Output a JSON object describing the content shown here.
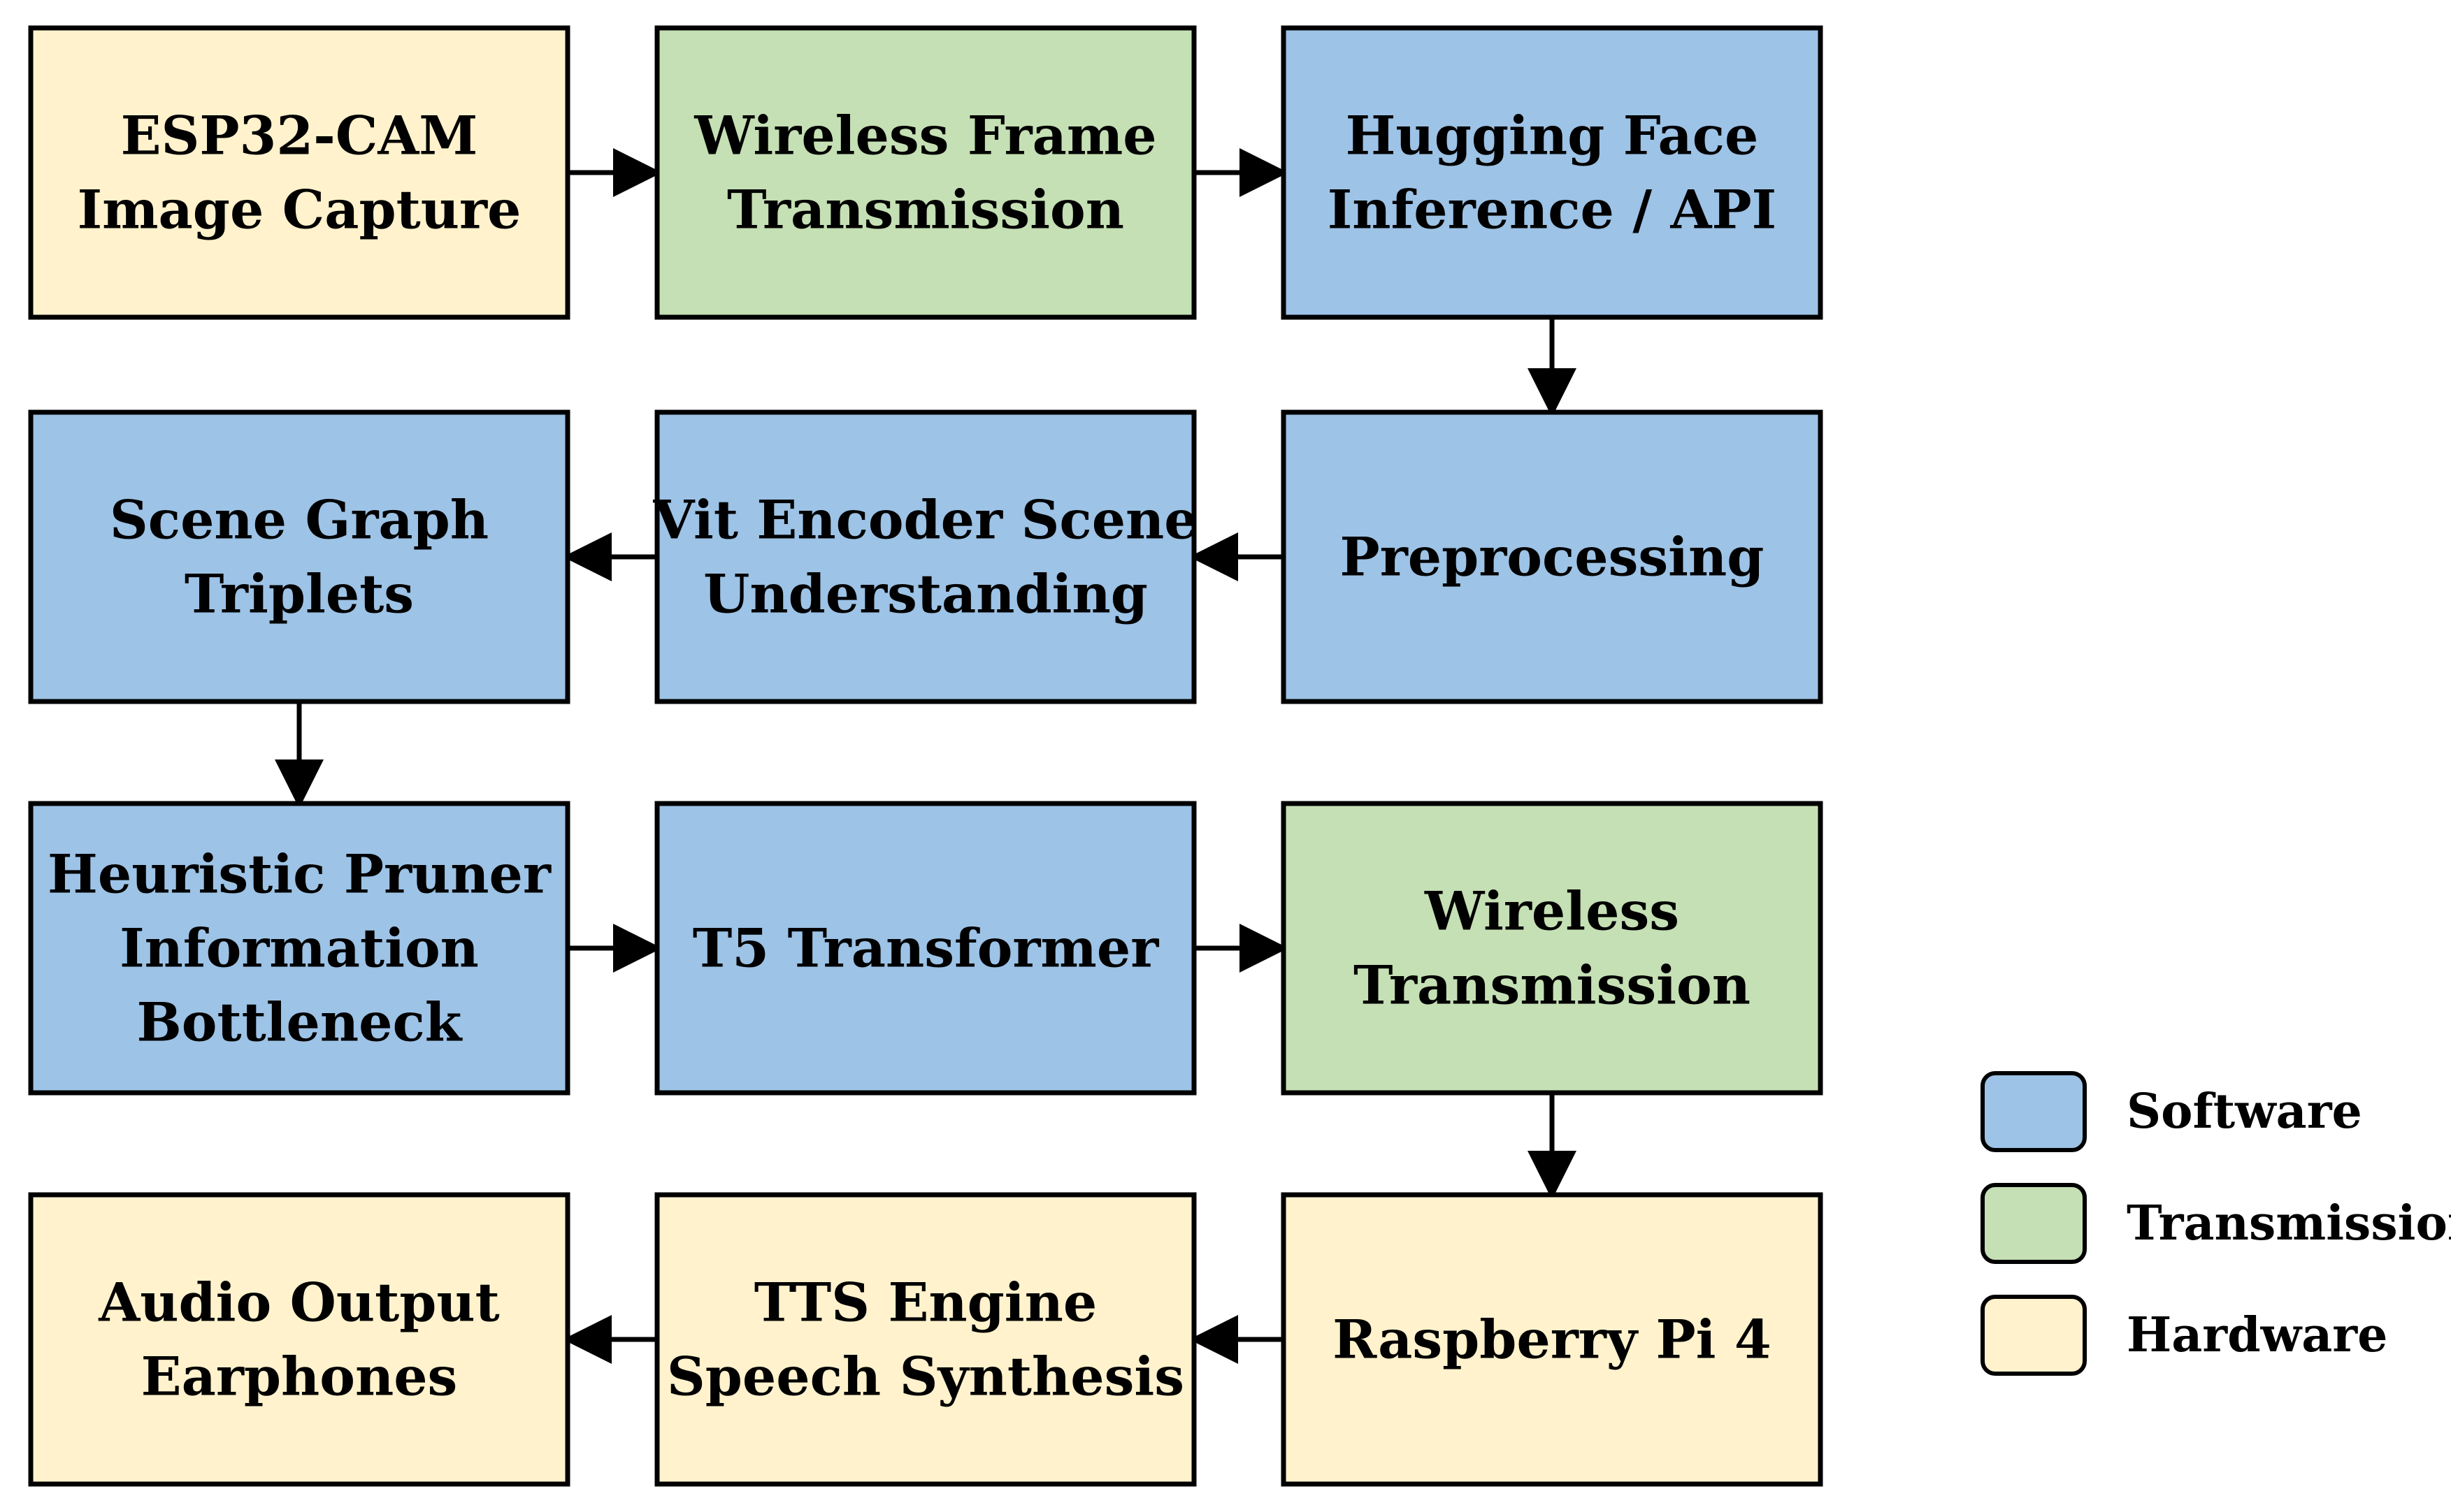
{
  "colors": {
    "software": "#9dc3e6",
    "transmission": "#c5e0b4",
    "hardware": "#fff2cc",
    "stroke": "#000000"
  },
  "nodes": [
    {
      "id": "esp32-cam",
      "category": "hardware",
      "lines": [
        "ESP32-CAM",
        "Image Capture"
      ]
    },
    {
      "id": "wireless-frame",
      "category": "transmission",
      "lines": [
        "Wireless Frame",
        "Transmission"
      ]
    },
    {
      "id": "hugging-face",
      "category": "software",
      "lines": [
        "Hugging Face",
        "Inference / API"
      ]
    },
    {
      "id": "scene-graph",
      "category": "software",
      "lines": [
        "Scene Graph",
        "Triplets"
      ]
    },
    {
      "id": "vit-encoder",
      "category": "software",
      "lines": [
        "Vit Encoder Scene",
        "Understanding"
      ]
    },
    {
      "id": "preprocessing",
      "category": "software",
      "lines": [
        "Preprocessing"
      ]
    },
    {
      "id": "heuristic-pruner",
      "category": "software",
      "lines": [
        "Heuristic Pruner",
        "Information",
        "Bottleneck"
      ]
    },
    {
      "id": "t5-transformer",
      "category": "software",
      "lines": [
        "T5 Transformer"
      ]
    },
    {
      "id": "wireless-transmission",
      "category": "transmission",
      "lines": [
        "Wireless",
        "Transmission"
      ]
    },
    {
      "id": "audio-output",
      "category": "hardware",
      "lines": [
        "Audio Output",
        "Earphones"
      ]
    },
    {
      "id": "tts-engine",
      "category": "hardware",
      "lines": [
        "TTS Engine",
        "Speech Synthesis"
      ]
    },
    {
      "id": "raspberry-pi",
      "category": "hardware",
      "lines": [
        "Raspberry Pi 4"
      ]
    }
  ],
  "edges": [
    {
      "from": "esp32-cam",
      "to": "wireless-frame"
    },
    {
      "from": "wireless-frame",
      "to": "hugging-face"
    },
    {
      "from": "hugging-face",
      "to": "preprocessing"
    },
    {
      "from": "preprocessing",
      "to": "vit-encoder"
    },
    {
      "from": "vit-encoder",
      "to": "scene-graph"
    },
    {
      "from": "scene-graph",
      "to": "heuristic-pruner"
    },
    {
      "from": "heuristic-pruner",
      "to": "t5-transformer"
    },
    {
      "from": "t5-transformer",
      "to": "wireless-transmission"
    },
    {
      "from": "wireless-transmission",
      "to": "raspberry-pi"
    },
    {
      "from": "raspberry-pi",
      "to": "tts-engine"
    },
    {
      "from": "tts-engine",
      "to": "audio-output"
    }
  ],
  "legend": [
    {
      "category": "software",
      "label": "Software"
    },
    {
      "category": "transmission",
      "label": "Transmission"
    },
    {
      "category": "hardware",
      "label": "Hardware"
    }
  ]
}
